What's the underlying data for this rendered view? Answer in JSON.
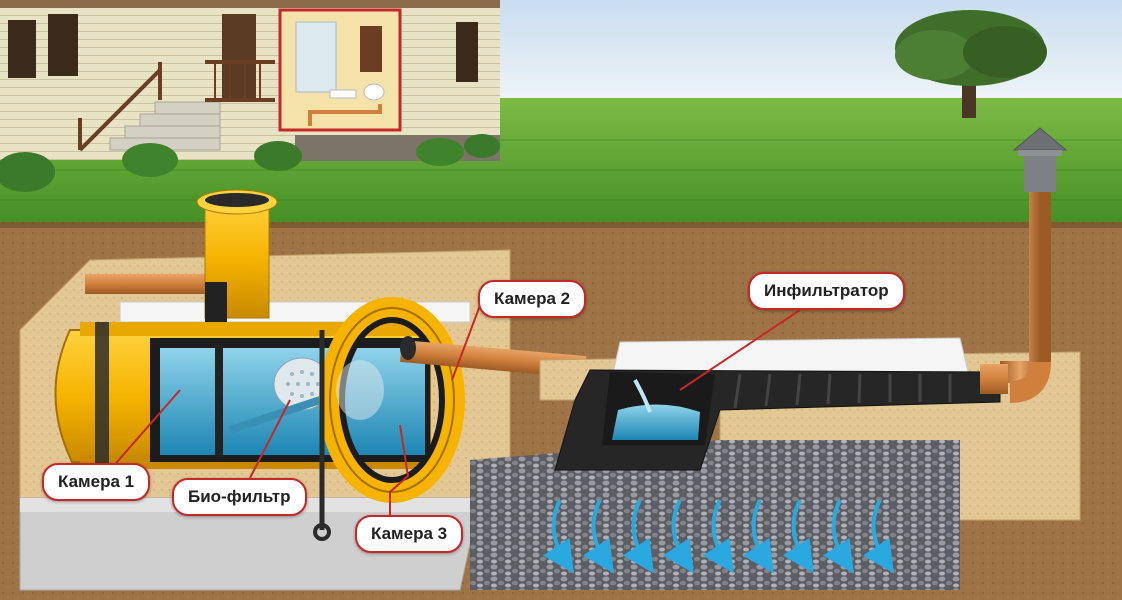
{
  "labels": {
    "chamber_1": "Камера 1",
    "chamber_2": "Камера 2",
    "chamber_3": "Камера 3",
    "biofilter": "Био-фильтр",
    "infiltrator": "Инфильтратор"
  },
  "colors": {
    "sky": "#dcebf5",
    "grass": "#4f9a2a",
    "soil": "#a1774a",
    "sand": "#e3c896",
    "tank": "#f6b400",
    "water": "#3aa7cf",
    "pipe": "#d0803c",
    "gravel": "#6f6f76",
    "callout_border": "#c62828"
  }
}
